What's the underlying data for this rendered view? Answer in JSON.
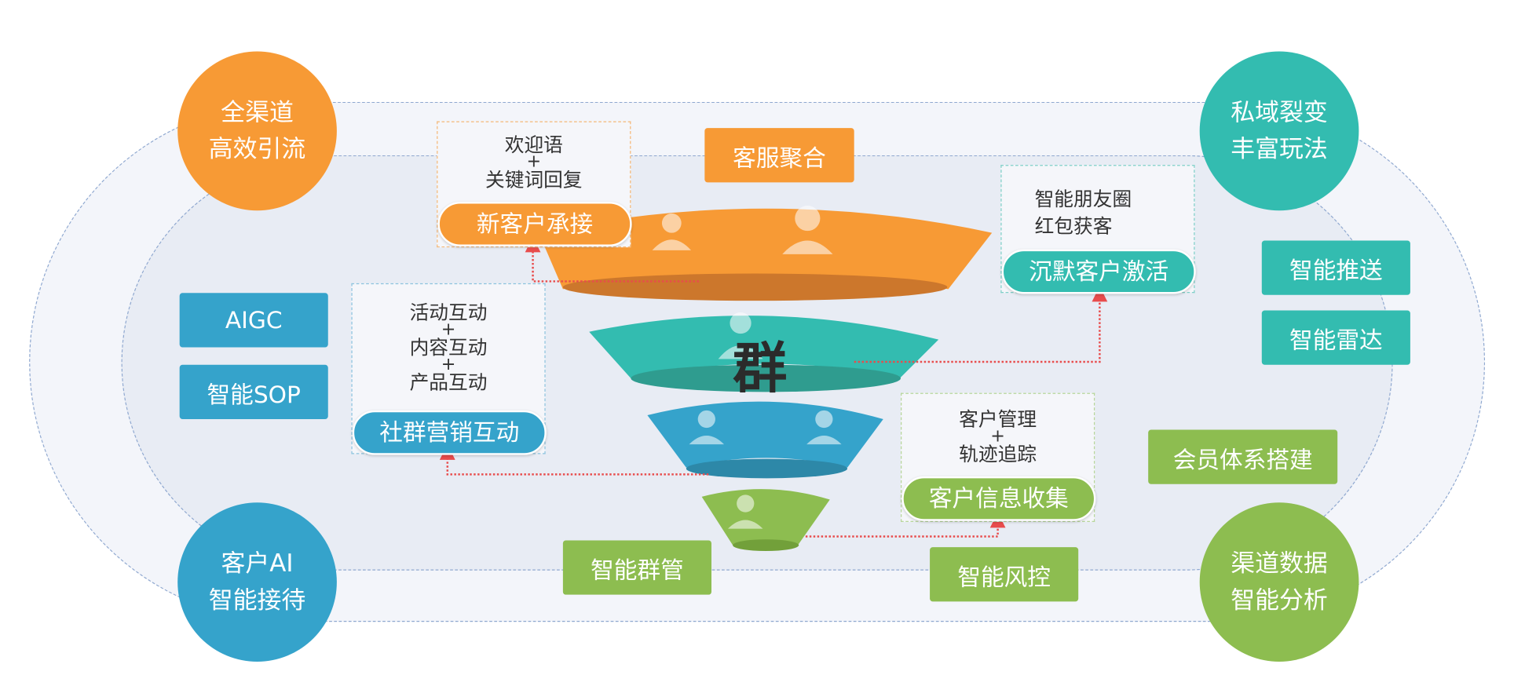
{
  "colors": {
    "orange": "#f79a35",
    "teal": "#33bcb0",
    "blue": "#35a3cb",
    "green": "#8dbd50",
    "arrow": "#e84c4c"
  },
  "corners": {
    "top_left": [
      "全渠道",
      "高效引流"
    ],
    "top_right": [
      "私域裂变",
      "丰富玩法"
    ],
    "bottom_left": [
      "客户AI",
      "智能接待"
    ],
    "bottom_right": [
      "渠道数据",
      "智能分析"
    ]
  },
  "boxes": {
    "kefu": "客服聚合",
    "aigc": "AIGC",
    "sop": "智能SOP",
    "push": "智能推送",
    "radar": "智能雷达",
    "member": "会员体系搭建",
    "group_mgmt": "智能群管",
    "risk": "智能风控"
  },
  "cards": {
    "new_customer": {
      "lines": [
        "欢迎语",
        "+",
        "关键词回复"
      ],
      "pill": "新客户承接"
    },
    "silent": {
      "lines": [
        "智能朋友圈",
        "红包获客"
      ],
      "pill": "沉默客户激活"
    },
    "community": {
      "lines": [
        "活动互动",
        "+",
        "内容互动",
        "+",
        "产品互动"
      ],
      "pill": "社群营销互动"
    },
    "info": {
      "lines": [
        "客户管理",
        "+",
        "轨迹追踪"
      ],
      "pill": "客户信息收集"
    }
  },
  "funnel": {
    "center_label": "群"
  }
}
